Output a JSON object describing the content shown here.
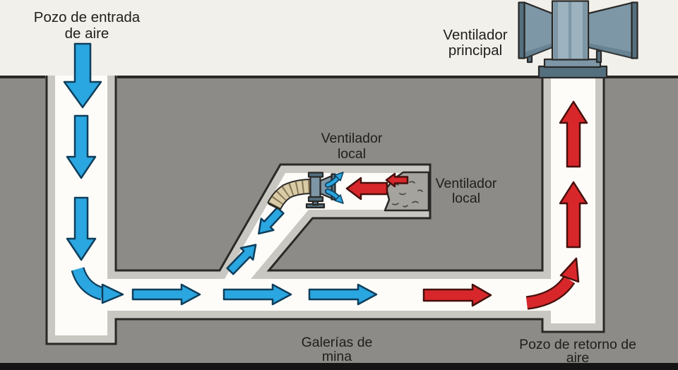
{
  "labels": {
    "intake_shaft": {
      "line1": "Pozo de entrada",
      "line2": "de aire"
    },
    "main_fan": {
      "line1": "Ventilador",
      "line2": "principal"
    },
    "local_fan_top": {
      "line1": "Ventilador",
      "line2": "local"
    },
    "local_fan_right": {
      "line1": "Ventilador",
      "line2": "local"
    },
    "mine_galleries": {
      "line1": "Galerías de",
      "line2": "mina"
    },
    "return_shaft": {
      "line1": "Pozo de retorno de",
      "line2": "aire"
    }
  },
  "icons": {
    "main_fan": "axial-surface-fan-illustration",
    "local_fan": "auxiliary-fan-with-flexible-duct",
    "fresh_air_arrow": "blue-arrow",
    "return_air_arrow": "red-arrow"
  },
  "colors": {
    "sky": "#f2f0ea",
    "ground": "#8d8b87",
    "strip": "#151515",
    "outline": "#2a2927",
    "lining": "#c9c7c1",
    "tunnel": "#fdfcf9",
    "blue": "#2aa6e0",
    "blue_outline": "#0f3e5b",
    "red": "#d8272b",
    "red_outline": "#46100c",
    "fan_light": "#9cb2bf",
    "fan_mid": "#7d97a6",
    "fan_dark": "#54707f",
    "duct": "#d9cba6",
    "duct_rib": "#867856",
    "rock_face": "#a5a39d",
    "text": "#1e1e1c"
  }
}
